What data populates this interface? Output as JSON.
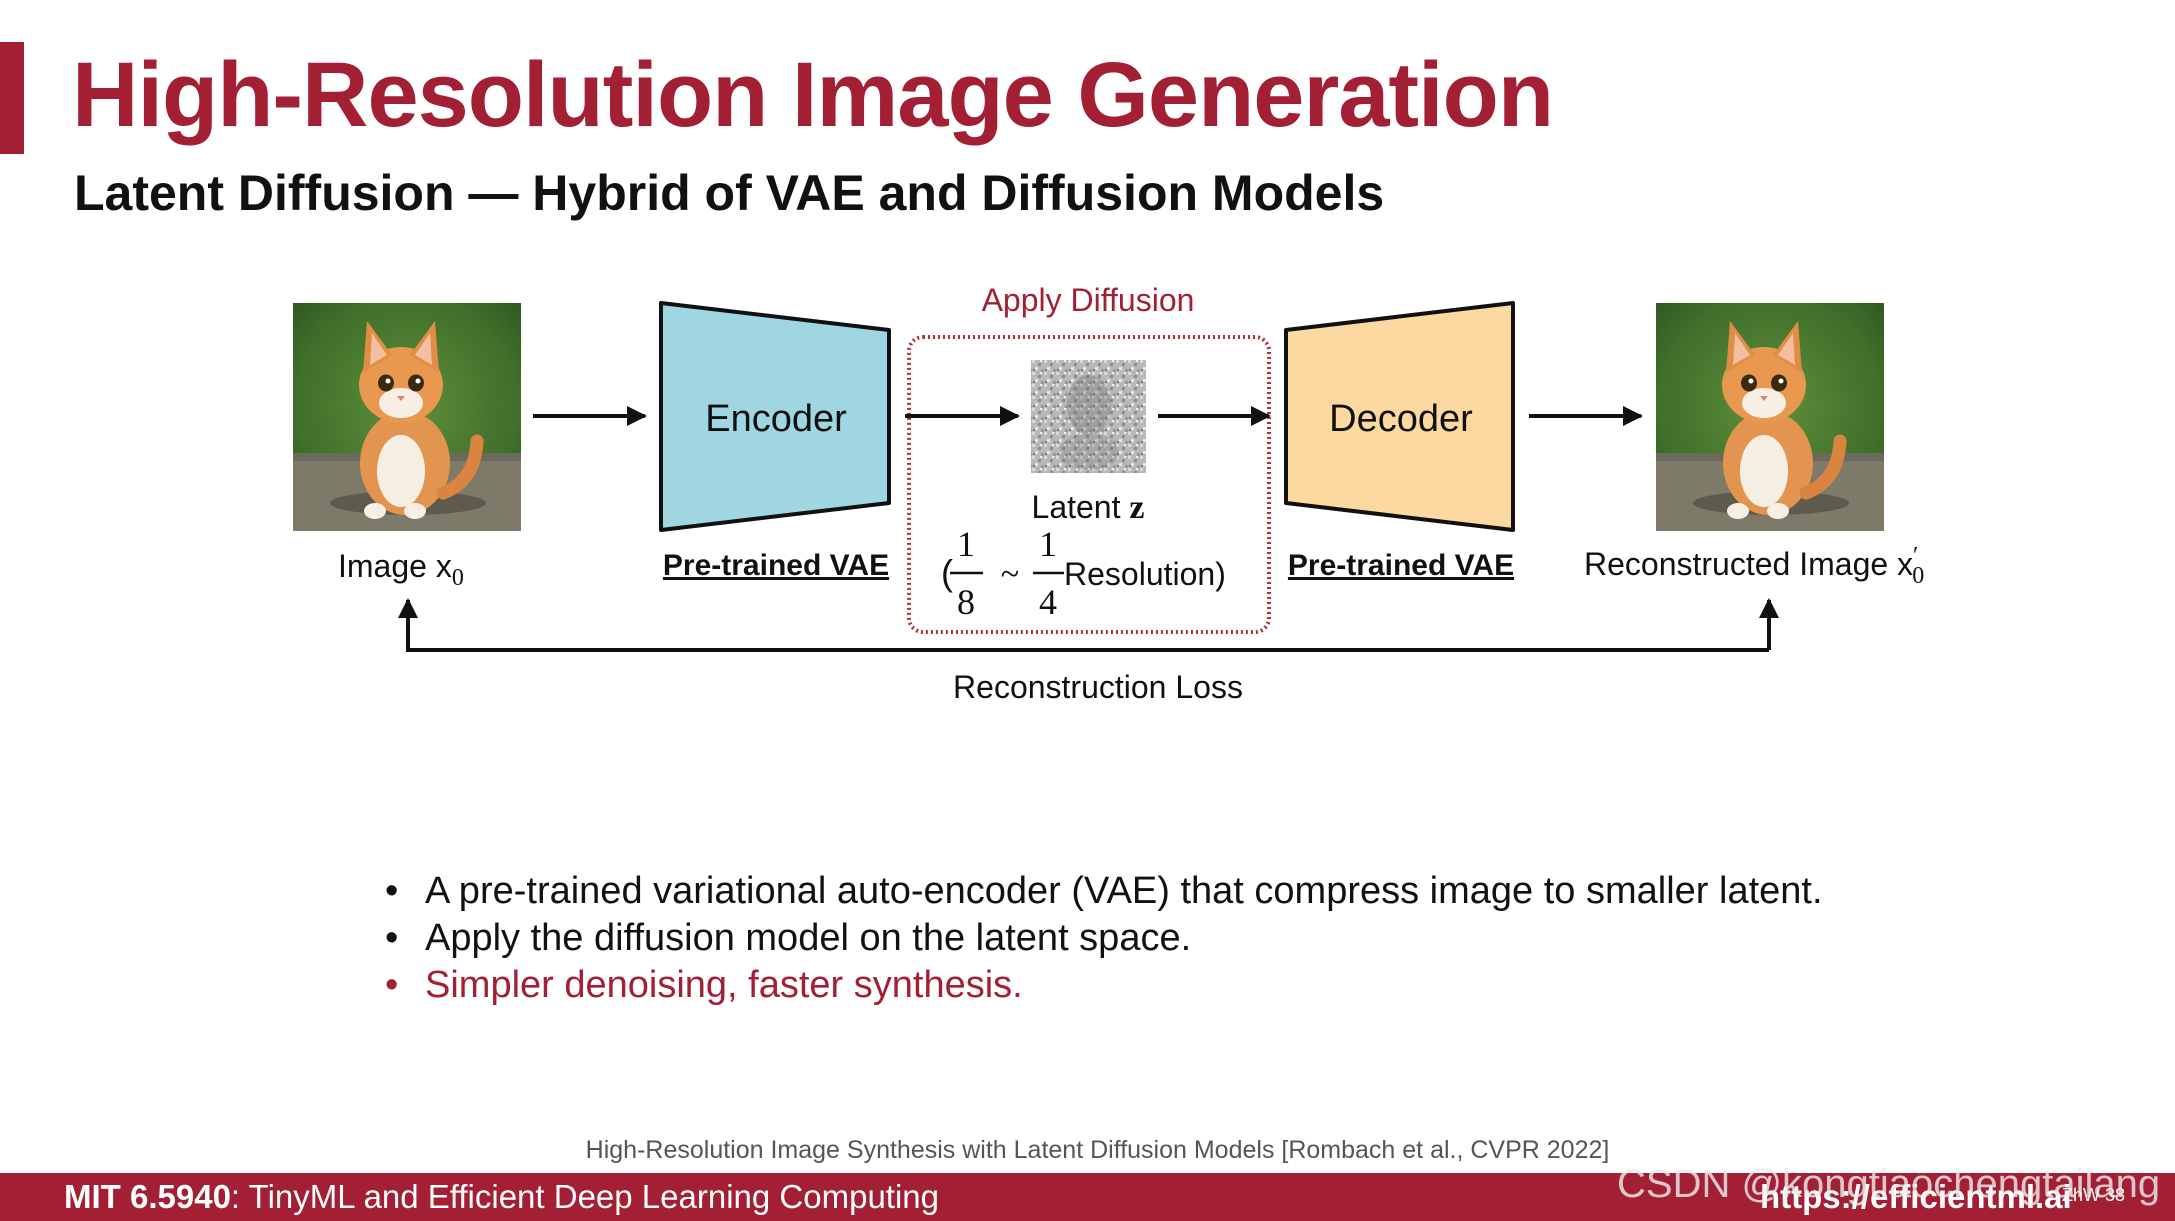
{
  "slide": {
    "title": "High-Resolution Image Generation",
    "subtitle": "Latent Diffusion — Hybrid of VAE and Diffusion Models"
  },
  "diagram": {
    "input_image_label": "Image x",
    "input_image_subscript": "0",
    "encoder_label": "Encoder",
    "encoder_caption": "Pre-trained VAE",
    "diffusion_label": "Apply Diffusion",
    "latent_label": "Latent",
    "latent_symbol": "z",
    "resolution_open": "(",
    "frac1_num": "1",
    "frac1_den": "8",
    "tilde": "~",
    "frac2_num": "1",
    "frac2_den": "4",
    "resolution_text": "Resolution)",
    "decoder_label": "Decoder",
    "decoder_caption": "Pre-trained VAE",
    "output_image_label": "Reconstructed Image x",
    "output_image_prime": "′",
    "output_image_subscript": "0",
    "loss_label": "Reconstruction Loss"
  },
  "bullets": [
    "A pre-trained variational auto-encoder (VAE) that compress image to smaller latent.",
    "Apply the diffusion model on the latent space.",
    "Simpler denoising, faster synthesis."
  ],
  "citation": "High-Resolution Image Synthesis with Latent Diffusion Models [Rombach et al., CVPR 2022]",
  "footer": {
    "course_code": "MIT 6.5940",
    "course_name": ": TinyML and Efficient Deep Learning Computing",
    "url": "https://efficientml.ai",
    "page": "ZhW 38"
  },
  "watermark": "CSDN @kongtiaochengtailang",
  "colors": {
    "accent": "#a31f34",
    "encoder_fill": "#9fd6e2",
    "decoder_fill": "#fcd9a0",
    "footer_bg": "#a31f34"
  }
}
